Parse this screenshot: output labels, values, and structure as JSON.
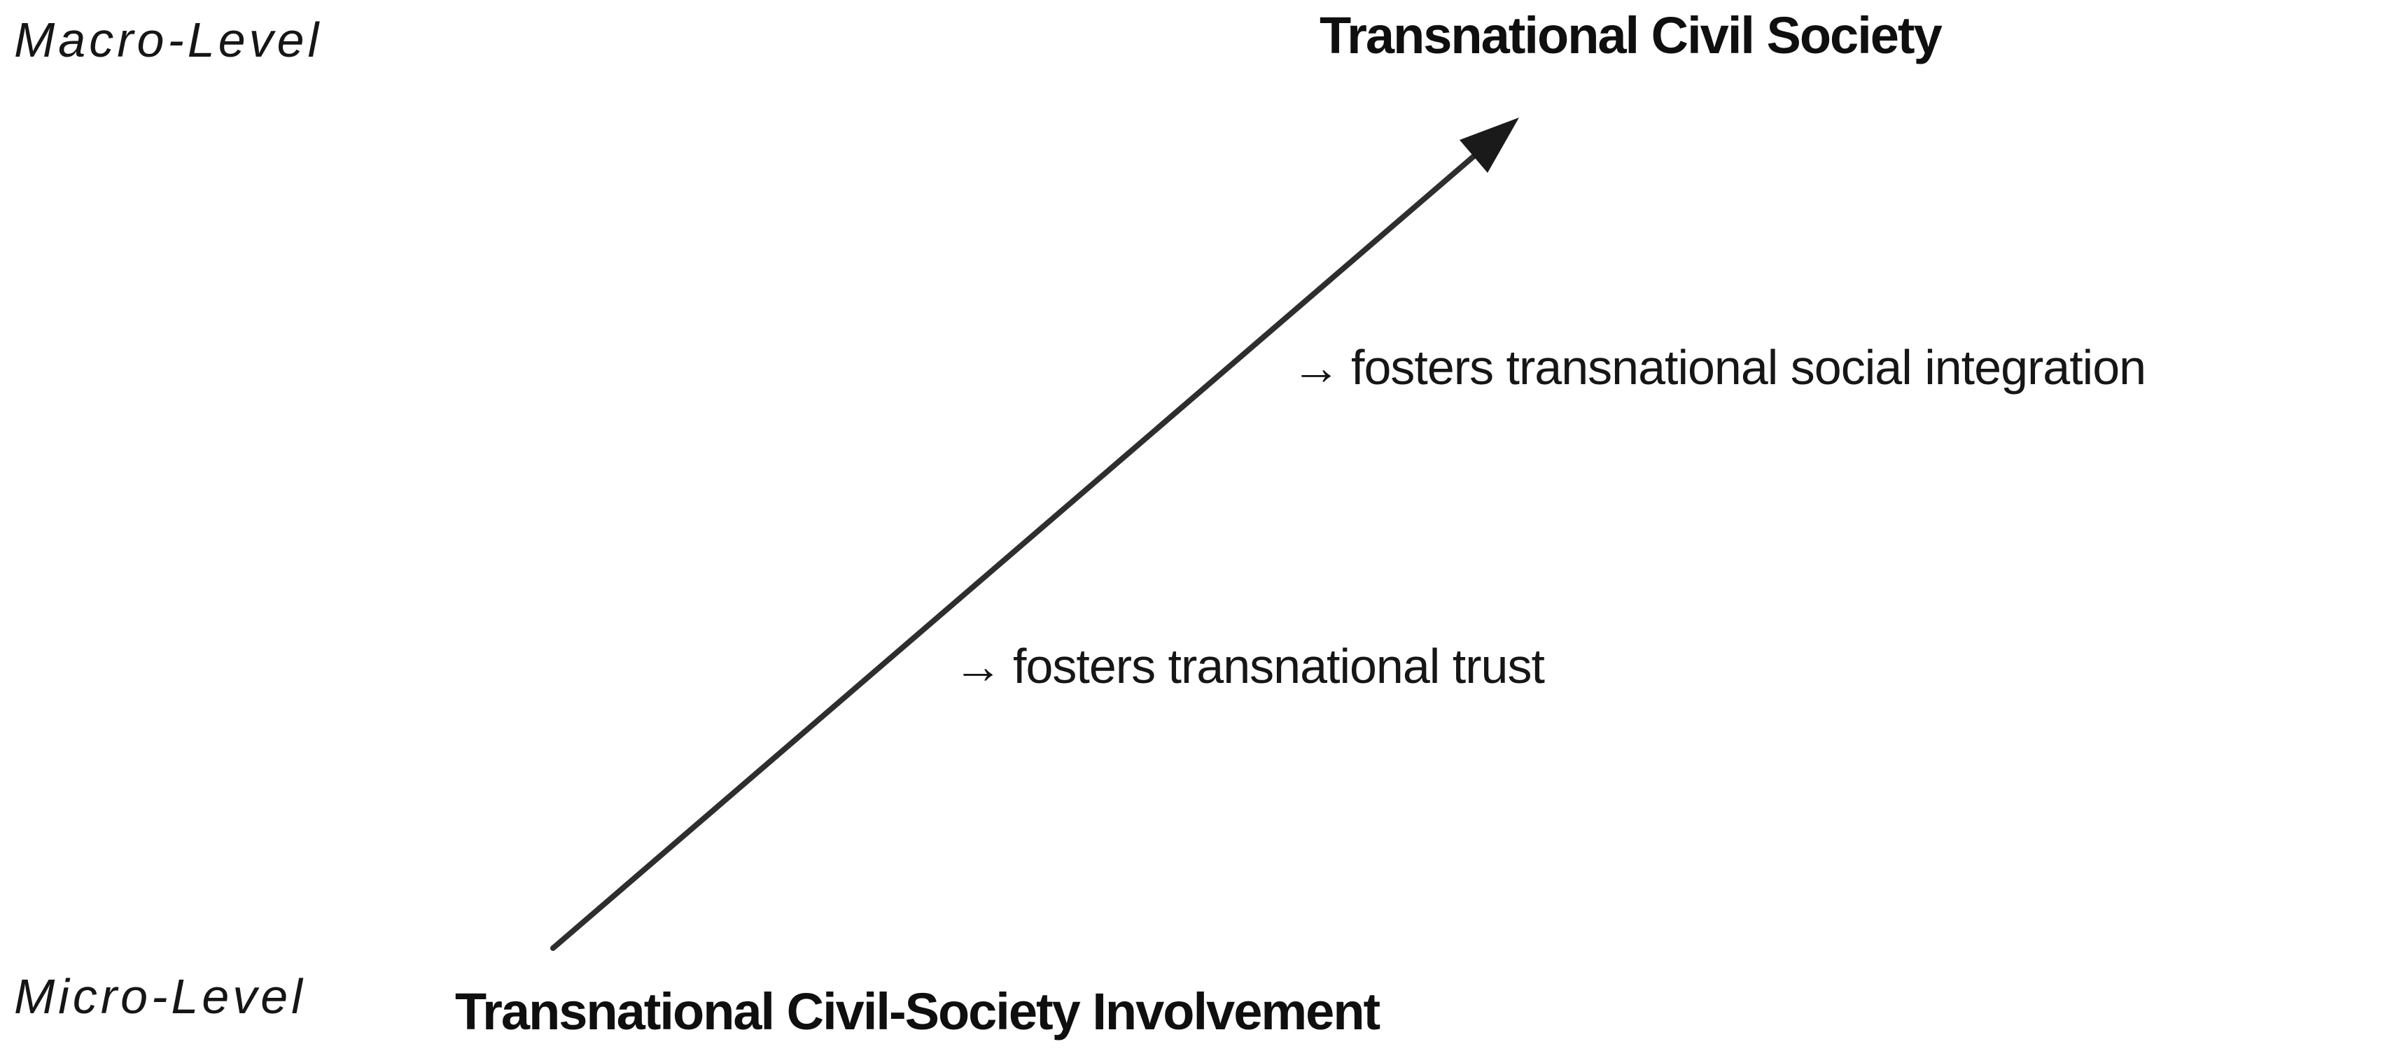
{
  "diagram": {
    "levels": {
      "macro": "Macro-Level",
      "micro": "Micro-Level"
    },
    "nodes": {
      "macro_node": "Transnational Civil Society",
      "micro_node": "Transnational Civil-Society Involvement"
    },
    "annotations": [
      {
        "arrow": "→",
        "label": "fosters transnational social integration"
      },
      {
        "arrow": "→",
        "label": "fosters transnational trust"
      }
    ],
    "colors": {
      "text": "#141414",
      "arrow_line": "#2e2e2e",
      "arrow_head": "#1a1a1a",
      "background": "#ffffff"
    }
  }
}
